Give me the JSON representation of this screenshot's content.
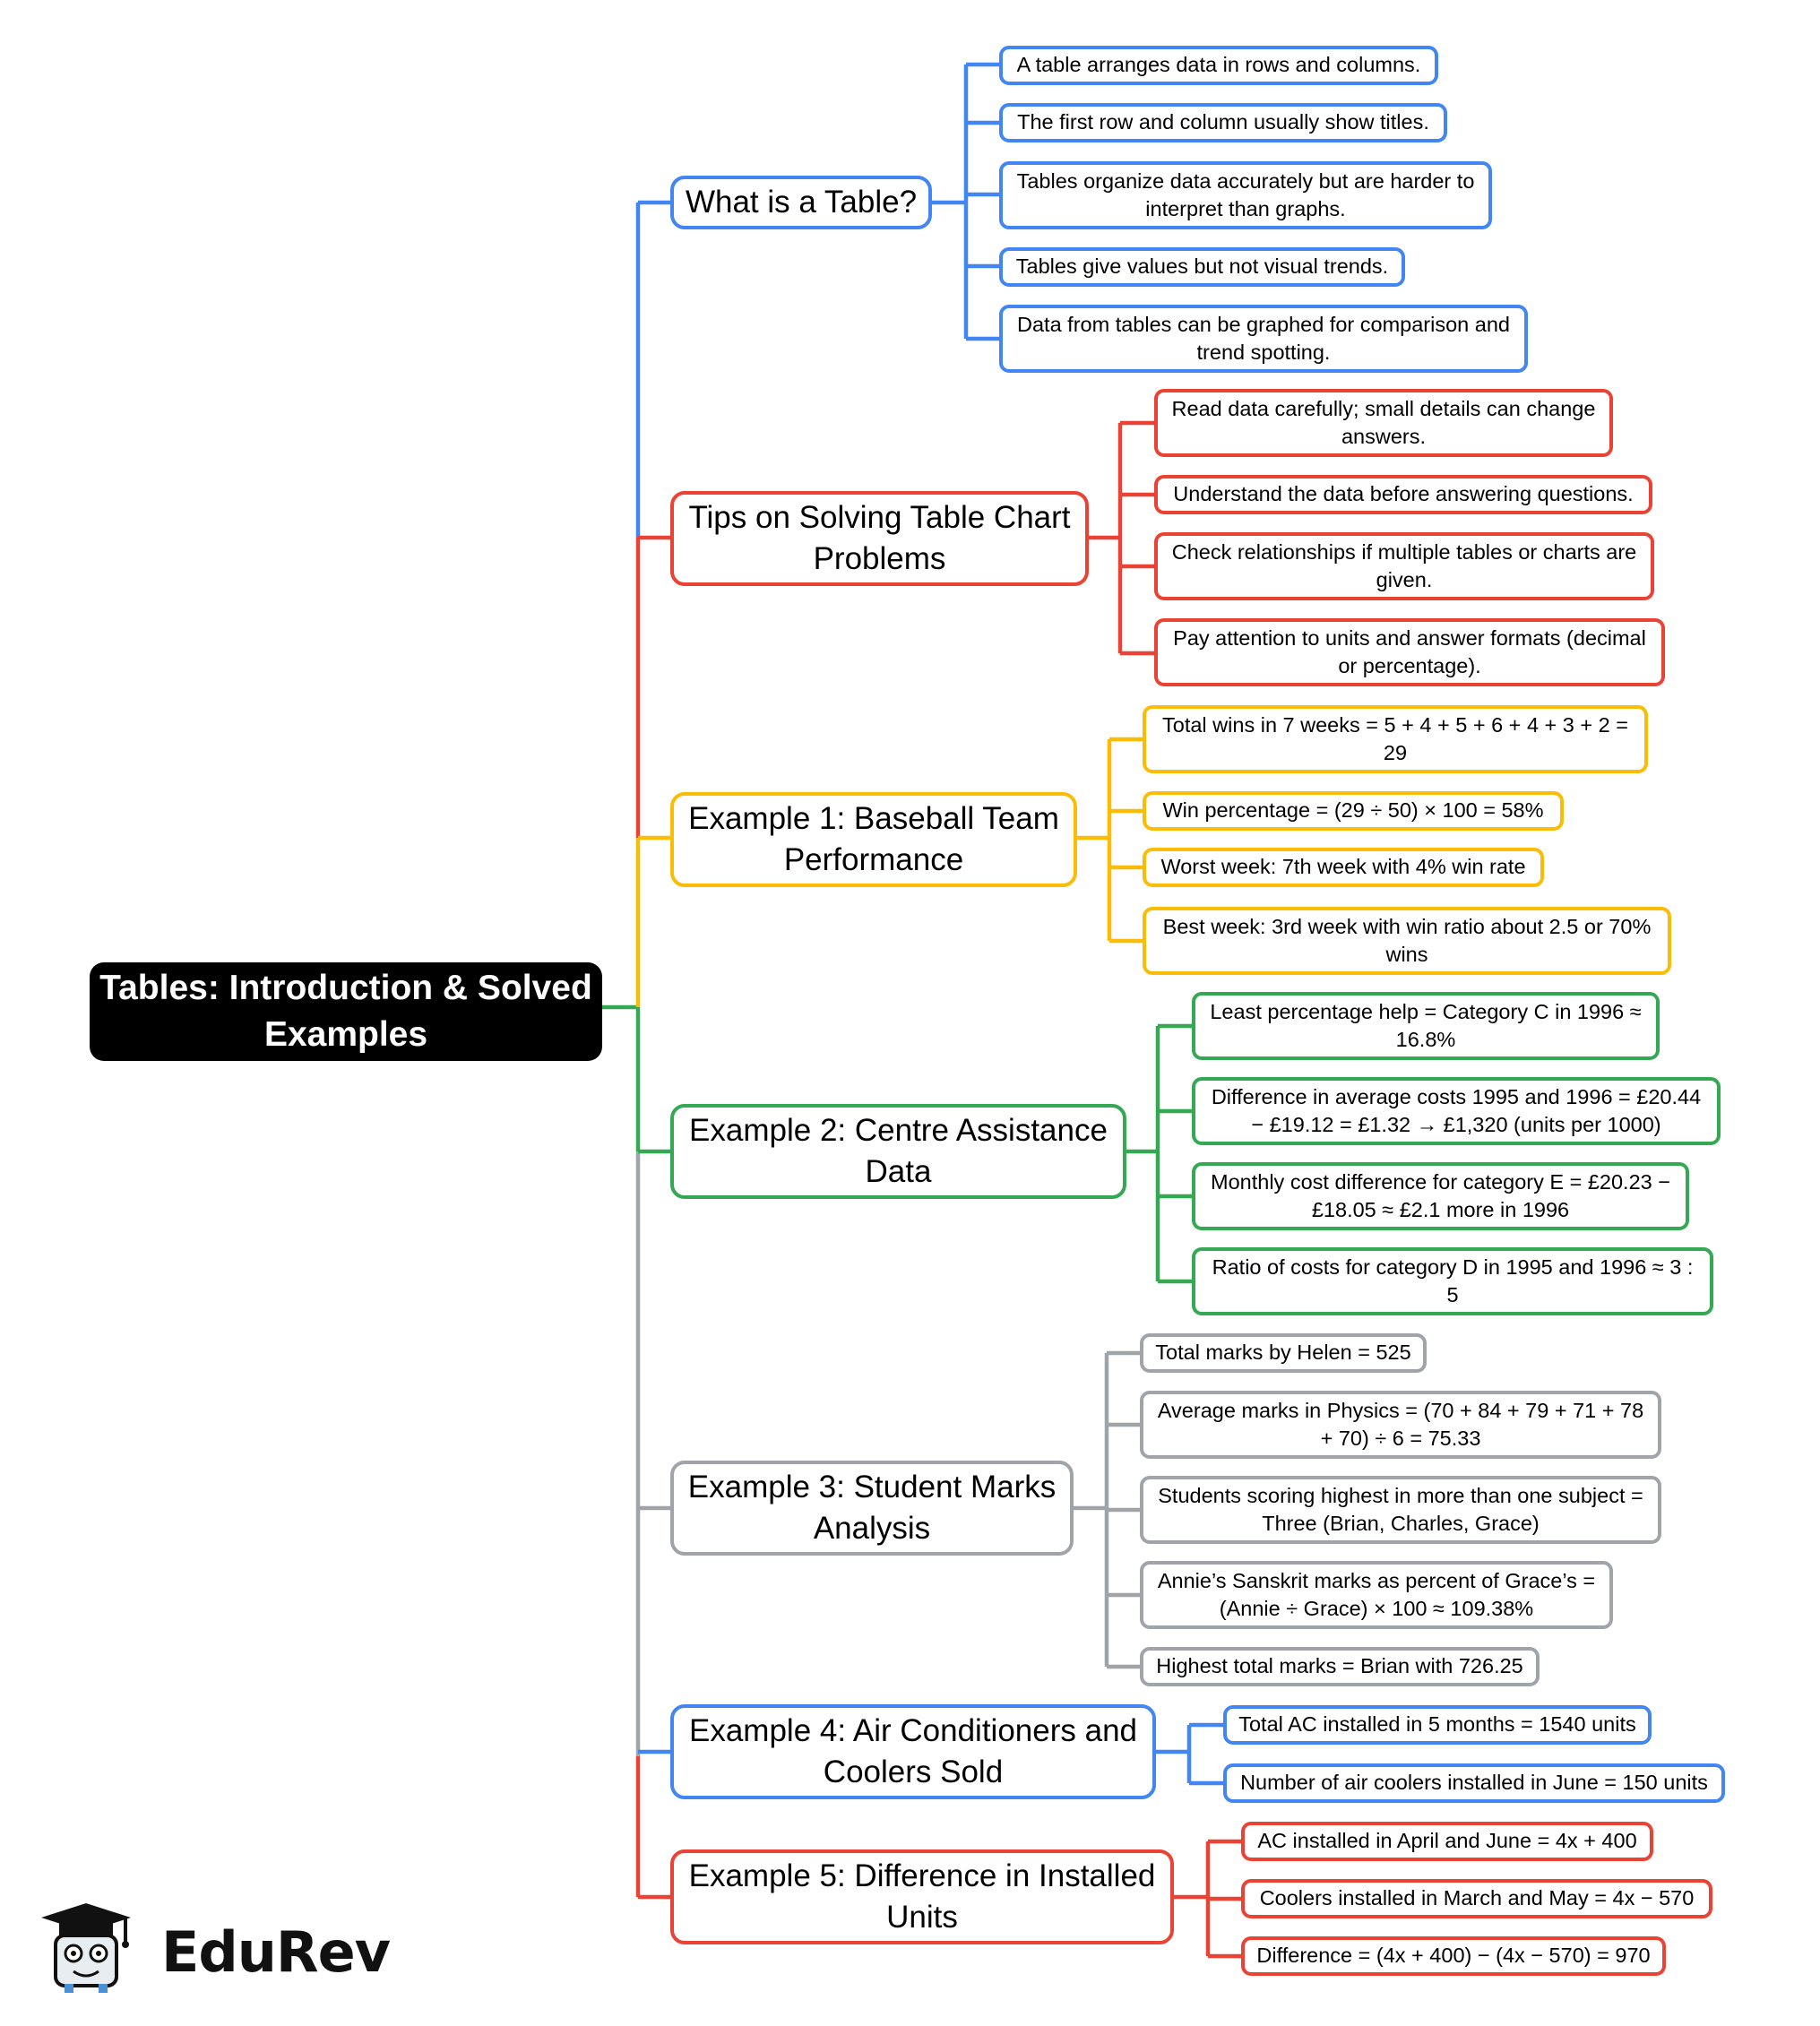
{
  "root": {
    "title": "Tables: Introduction & Solved Examples"
  },
  "branches": [
    {
      "label": "What is a Table?",
      "color": "#4285f4",
      "children": [
        "A table arranges data in rows and columns.",
        "The first row and column usually show titles.",
        "Tables organize data accurately but are harder to interpret than graphs.",
        "Tables give values but not visual trends.",
        "Data from tables can be graphed for comparison and trend spotting."
      ]
    },
    {
      "label": "Tips on Solving Table Chart Problems",
      "color": "#ea4335",
      "children": [
        "Read data carefully; small details can change answers.",
        "Understand the data before answering questions.",
        "Check relationships if multiple tables or charts are given.",
        "Pay attention to units and answer formats (decimal or percentage)."
      ]
    },
    {
      "label": "Example 1: Baseball Team Performance",
      "color": "#fbbc05",
      "children": [
        "Total wins in 7 weeks = 5 + 4 + 5 + 6 + 4 + 3 + 2 = 29",
        "Win percentage = (29 ÷ 50) × 100 = 58%",
        "Worst week: 7th week with 4% win rate",
        "Best week: 3rd week with win ratio about 2.5 or 70% wins"
      ]
    },
    {
      "label": "Example 2: Centre Assistance Data",
      "color": "#34a853",
      "children": [
        "Least percentage help = Category C in 1996 ≈ 16.8%",
        "Difference in average costs 1995 and 1996 = £20.44 − £19.12 = £1.32 → £1,320 (units per 1000)",
        "Monthly cost difference for category E = £20.23 − £18.05 ≈ £2.1 more in 1996",
        "Ratio of costs for category D in 1995 and 1996 ≈ 3 : 5"
      ]
    },
    {
      "label": "Example 3: Student Marks Analysis",
      "color": "#a0a3a8",
      "children": [
        "Total marks by Helen = 525",
        "Average marks in Physics = (70 + 84 + 79 + 71 + 78 + 70) ÷ 6 = 75.33",
        "Students scoring highest in more than one subject = Three (Brian, Charles, Grace)",
        "Annie’s Sanskrit marks as percent of Grace’s = (Annie ÷ Grace) × 100 ≈ 109.38%",
        "Highest total marks = Brian with 726.25"
      ]
    },
    {
      "label": "Example 4: Air Conditioners and Coolers Sold",
      "color": "#4285f4",
      "children": [
        "Total AC installed in 5 months = 1540 units",
        "Number of air coolers installed in June = 150 units"
      ]
    },
    {
      "label": "Example 5: Difference in Installed Units",
      "color": "#ea4335",
      "children": [
        "AC installed in April and June = 4x + 400",
        "Coolers installed in March and May = 4x − 570",
        "Difference = (4x + 400) − (4x − 570) = 970"
      ]
    }
  ],
  "logo": {
    "text": "EduRev",
    "icon": "graduation-cap-mascot-icon"
  }
}
